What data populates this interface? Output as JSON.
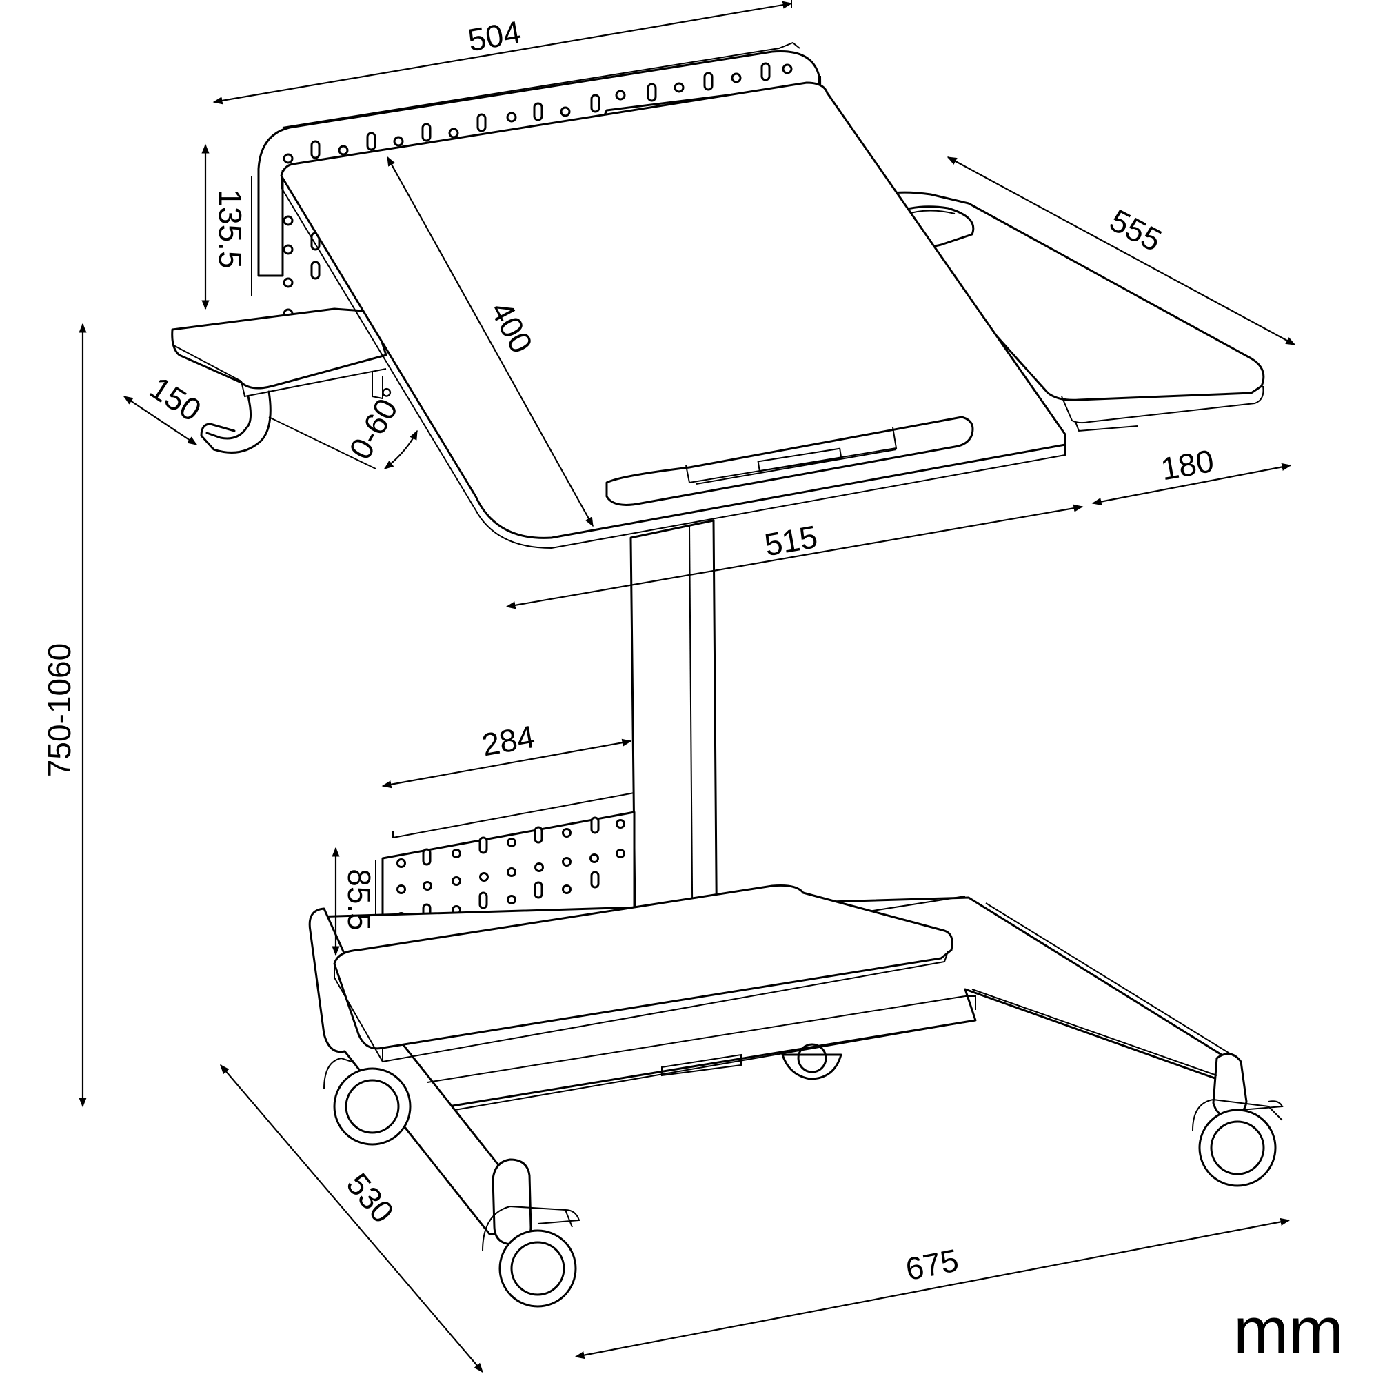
{
  "dimensions": {
    "backboard_width": "504",
    "backboard_height": "135.5",
    "tray_depth": "400",
    "side_tray_depth": "555",
    "left_shelf": "150",
    "tilt_angle": "0-60°",
    "side_tray_width": "180",
    "top_width": "515",
    "overall_height": "750-1060",
    "lower_board_width": "284",
    "lower_board_height": "85.5",
    "base_depth": "530",
    "base_width": "675"
  },
  "unit": "mm"
}
